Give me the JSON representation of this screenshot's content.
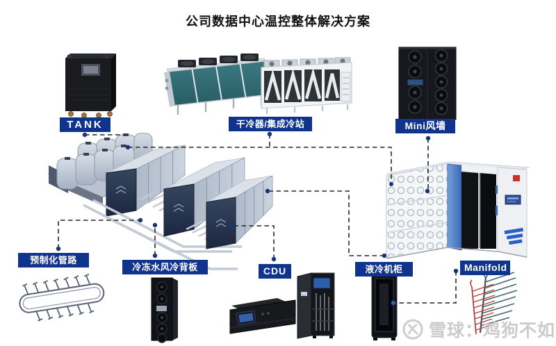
{
  "title": "公司数据中心温控整体解决方案",
  "nodes": {
    "tank": {
      "label": "TANK"
    },
    "dry_cooler": {
      "label": "干冷器/集成冷站"
    },
    "mini_wall": {
      "label": "Mini风墙"
    },
    "prefab_piping": {
      "label": "预制化管路"
    },
    "chilled_water_backplane": {
      "label": "冷冻水风冷背板"
    },
    "cdu": {
      "label": "CDU"
    },
    "liquid_cooling_cabinet": {
      "label": "液冷机柜"
    },
    "manifold": {
      "label": "Manifold"
    }
  },
  "watermark": {
    "text": "雪球：鸡狗不如"
  },
  "icons": {
    "watermark_logo": "xueqiu-logo-icon"
  },
  "colors": {
    "label_bg": "#10338e",
    "label_text": "#ffffff",
    "connector_line": "#242424",
    "connector_dot": "#16357f",
    "container_accent_blue": "#4f7ec9",
    "dry_cooler_teal": "#327077",
    "rack_cap_navy": "#2a3852",
    "watermark_gray": "#cbcbcb"
  }
}
